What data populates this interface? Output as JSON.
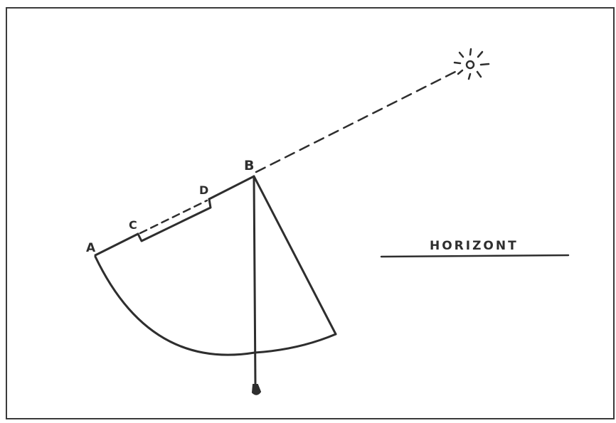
{
  "diagram": {
    "labels": {
      "point_a": "A",
      "point_b": "B",
      "point_c": "C",
      "point_d": "D",
      "horizon": "HORIZONT"
    },
    "colors": {
      "ink": "#2e2e2e",
      "paper": "#ffffff"
    },
    "icons": {
      "sun": "sun-icon",
      "plumb_bob": "plumb-bob-icon"
    }
  }
}
